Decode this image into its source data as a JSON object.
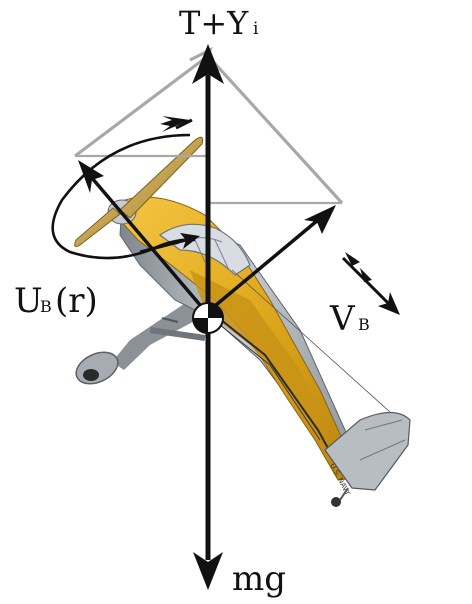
{
  "labels": {
    "lift_main": "T+Y",
    "lift_sub": "i",
    "induced_main": "U",
    "induced_sub": "B",
    "induced_suffix": "(r)",
    "velocity_main": "V",
    "velocity_sub": "B",
    "weight": "mg",
    "tail_marking": "U.S. NAVY"
  },
  "colors": {
    "vector": "#111111",
    "component": "#a8a8a8",
    "fuselage": "#9aa0a6",
    "wing": "#e0a91c",
    "wing_shadow": "#b98310",
    "prop": "#c9a24a"
  },
  "icons": {
    "cg_symbol": "center-of-gravity-icon",
    "rotation": "rotation-arrow-icon",
    "flow": "flow-arrow-icon"
  }
}
